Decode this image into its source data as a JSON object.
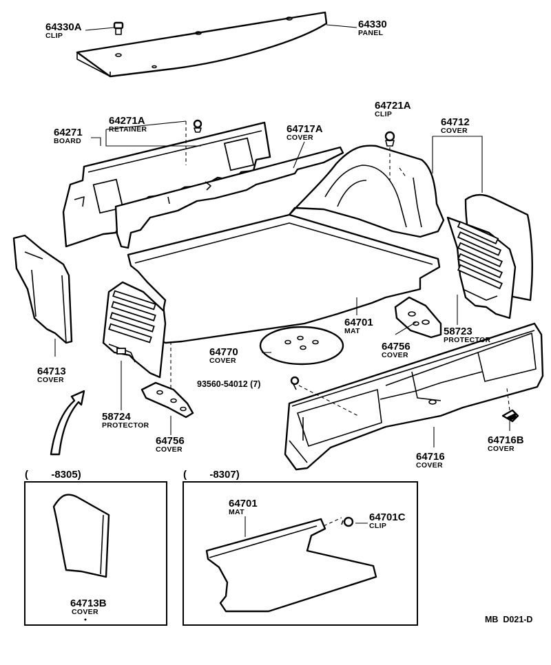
{
  "callouts": {
    "c64330a": {
      "number": "64330A",
      "name": "CLIP"
    },
    "c64330": {
      "number": "64330",
      "name": "PANEL"
    },
    "c64271a": {
      "number": "64271A",
      "name": "RETAINER"
    },
    "c64271": {
      "number": "64271",
      "name": "BOARD"
    },
    "c64717a": {
      "number": "64717A",
      "name": "COVER"
    },
    "c64721a": {
      "number": "64721A",
      "name": "CLIP"
    },
    "c64712": {
      "number": "64712",
      "name": "COVER"
    },
    "c64713": {
      "number": "64713",
      "name": "COVER"
    },
    "c64701": {
      "number": "64701",
      "name": "MAT"
    },
    "c58723": {
      "number": "58723",
      "name": "PROTECTOR"
    },
    "c64770": {
      "number": "64770",
      "name": "COVER"
    },
    "c64756r": {
      "number": "64756",
      "name": "COVER"
    },
    "c93560": {
      "number": "93560-54012 (7)"
    },
    "c58724": {
      "number": "58724",
      "name": "PROTECTOR"
    },
    "c64756l": {
      "number": "64756",
      "name": "COVER"
    },
    "c64716b": {
      "number": "64716B",
      "name": "COVER"
    },
    "c64716": {
      "number": "64716",
      "name": "COVER"
    },
    "c64713b": {
      "number": "64713B",
      "name": "COVER"
    },
    "c64701i": {
      "number": "64701",
      "name": "MAT"
    },
    "c64701c": {
      "number": "64701C",
      "name": "CLIP"
    }
  },
  "insets": {
    "left": {
      "label": "(        -8305)"
    },
    "right": {
      "label": "(        -8307)"
    }
  },
  "drawing_code": "MB  D021-D"
}
